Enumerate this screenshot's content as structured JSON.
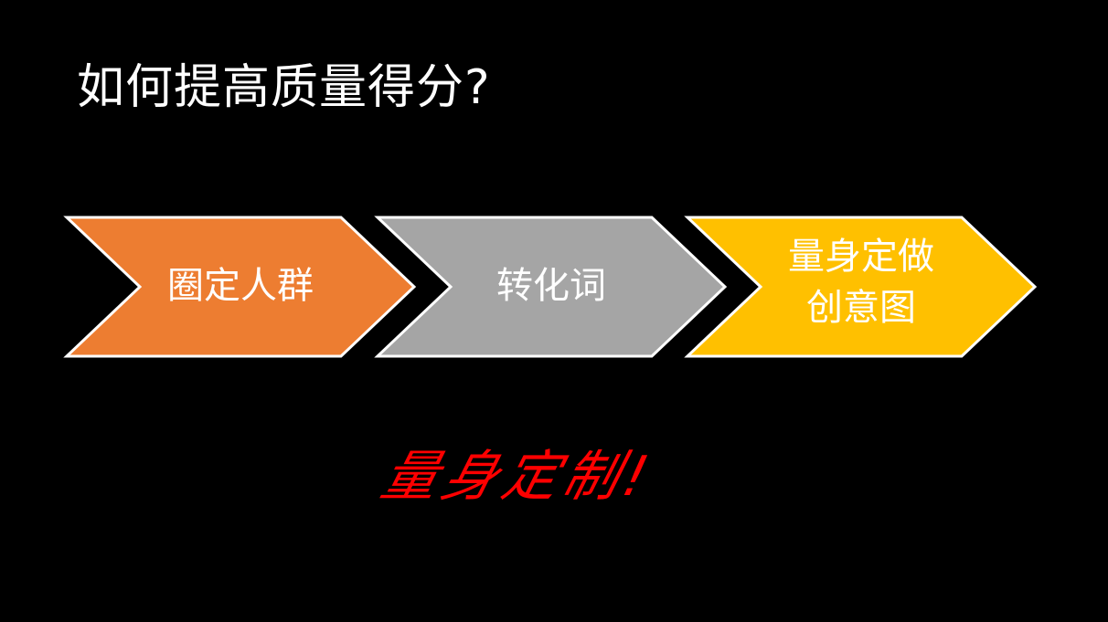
{
  "slide": {
    "title": "如何提高质量得分?",
    "background_color": "#000000"
  },
  "process_flow": {
    "steps": [
      {
        "label": "圈定人群",
        "fill_color": "#ED7D31",
        "border_color": "#FFFFFF"
      },
      {
        "label": "转化词",
        "fill_color": "#A5A5A5",
        "border_color": "#FFFFFF"
      },
      {
        "label": "量身定做\n创意图",
        "fill_color": "#FFC000",
        "border_color": "#FFFFFF"
      }
    ]
  },
  "tagline": {
    "text": "量身定制!",
    "color": "#FF0000"
  }
}
